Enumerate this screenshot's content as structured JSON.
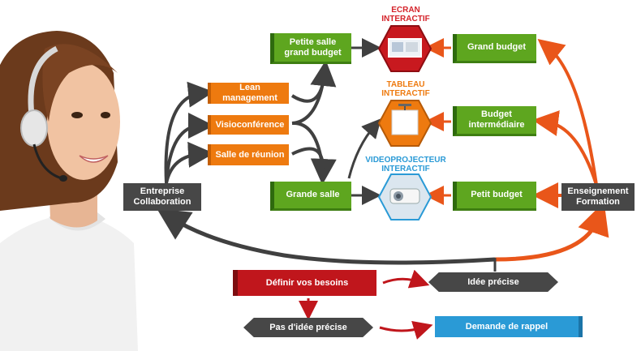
{
  "colors": {
    "green": "#5ea61f",
    "orange": "#ee7a0f",
    "dark": "#474747",
    "red": "#c0161c",
    "blue": "#2a9ad6",
    "arrow_orange": "#e9561a",
    "arrow_gray": "#404040"
  },
  "left": {
    "entreprise": "Entreprise\nCollaboration",
    "lean": "Lean\nmanagement",
    "visio": "Visioconférence",
    "salle_reunion": "Salle de réunion"
  },
  "rooms": {
    "petite_salle": "Petite salle\ngrand budget",
    "grande_salle": "Grande salle"
  },
  "devices": {
    "ecran_title": "ECRAN\nINTERACTIF",
    "tableau_title": "TABLEAU\nINTERACTIF",
    "videoprojecteur_title": "VIDEOPROJECTEUR\nINTERACTIF"
  },
  "budgets": {
    "grand": "Grand budget",
    "intermediaire": "Budget\nintermédiaire",
    "petit": "Petit budget"
  },
  "right": {
    "enseignement": "Enseignement\nFormation"
  },
  "bottom": {
    "definir": "Définir vos besoins",
    "idee_precise": "Idée précise",
    "pas_idee": "Pas d'idée précise",
    "demande_rappel": "Demande de rappel"
  }
}
